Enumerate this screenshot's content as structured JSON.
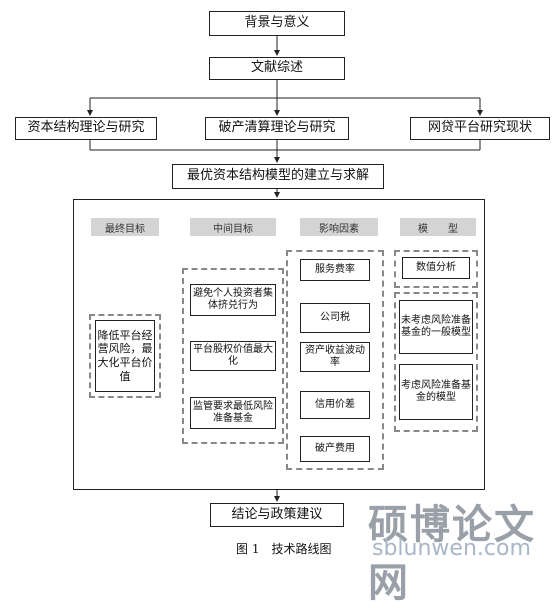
{
  "flow": {
    "background": "背景与意义",
    "literature": "文献综述",
    "branch_left": "资本结构理论与研究",
    "branch_mid": "破产清算理论与研究",
    "branch_right": "网贷平台研究现状",
    "model": "最优资本结构模型的建立与求解",
    "conclusion": "结论与政策建议"
  },
  "headers": {
    "final": "最终目标",
    "middle": "中间目标",
    "factors": "影响因素",
    "model": "模　　型"
  },
  "final_goal": "降低平台经营风险，最大化平台价值",
  "middle_goals": [
    "避免个人投资者集体挤兑行为",
    "平台股权价值最大化",
    "监管要求最低风险准备基金"
  ],
  "factors": [
    "服务费率",
    "公司税",
    "资产收益波动率",
    "信用价差",
    "破产费用"
  ],
  "models": [
    "数值分析",
    "未考虑风险准备基金的一般模型",
    "考虑风险准备基金的模型"
  ],
  "caption": "图 1　技术路线图",
  "watermark": {
    "cn": "硕博论文网",
    "url": "sblunwen.com"
  }
}
